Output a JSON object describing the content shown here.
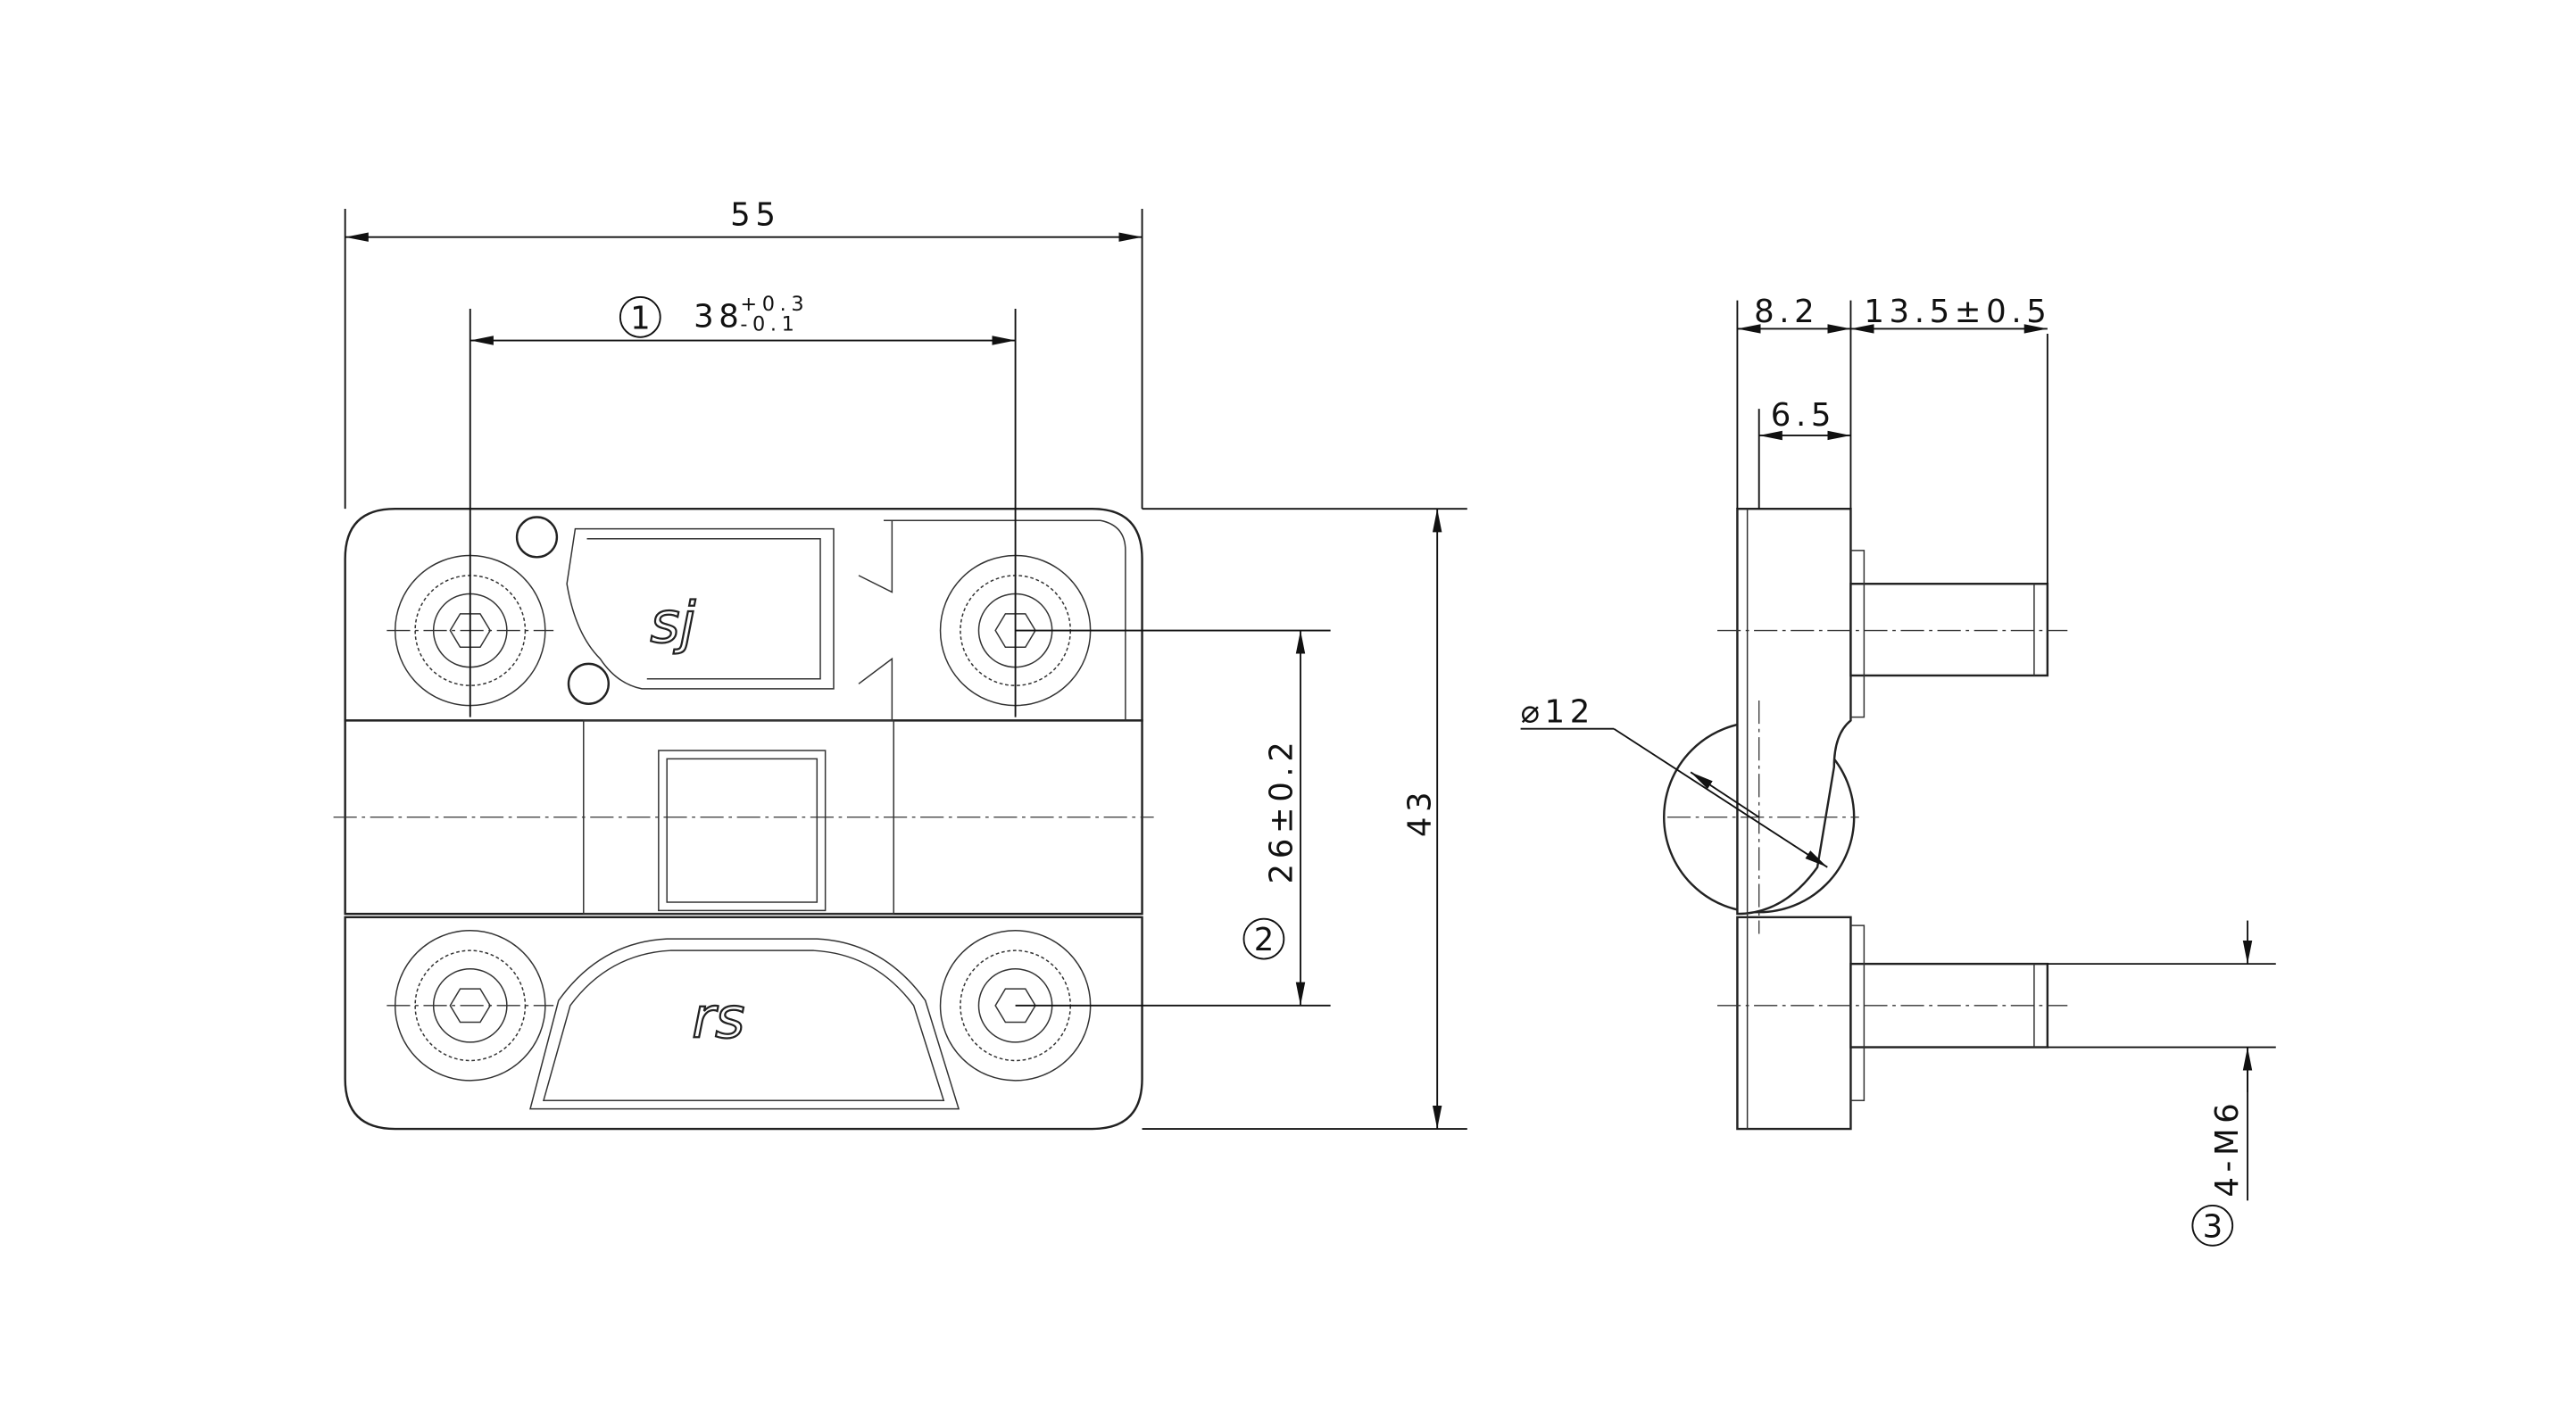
{
  "front_view": {
    "dim_width": "55",
    "dim_hole_spacing_x": "38",
    "dim_hole_tol_plus": "+0.3",
    "dim_hole_tol_minus": "-0.1",
    "dim_hole_spacing_y": "26±0.2",
    "dim_height": "43",
    "balloon_1": "1",
    "balloon_2": "2",
    "logo_top": "sj",
    "logo_bottom": "rs"
  },
  "side_view": {
    "dim_thickness": "8.2",
    "dim_pin_length": "13.5±0.5",
    "dim_inner": "6.5",
    "dim_diameter": "⌀12",
    "thread_callout": "4-M6",
    "balloon_3": "3"
  }
}
